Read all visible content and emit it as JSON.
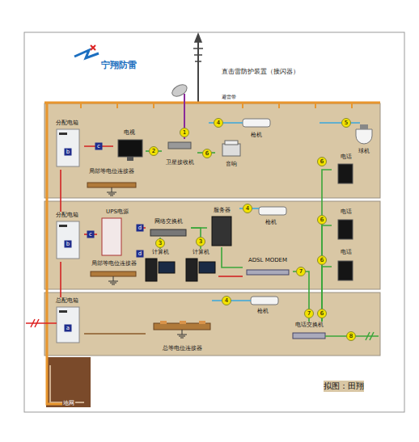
{
  "diagram": {
    "nodes": [
      {
        "text": [
          "分配电箱"
        ]
      },
      {
        "text": [
          "电视"
        ]
      },
      {
        "text": [
          "局部等电位连接器"
        ]
      },
      {
        "text": [
          "卫星接收机"
        ]
      },
      {
        "text": [
          "音响"
        ]
      },
      {
        "text": [
          "枪机"
        ]
      },
      {
        "text": [
          "球机"
        ]
      },
      {
        "text": [
          "电话"
        ]
      },
      {
        "text": [
          "UPS电源"
        ]
      },
      {
        "text": [
          "分配电箱"
        ]
      },
      {
        "text": [
          "网络交换机"
        ]
      },
      {
        "text": [
          "服务器"
        ]
      },
      {
        "text": [
          "计算机"
        ]
      },
      {
        "text": [
          "计算机"
        ]
      },
      {
        "text": [
          "局部等电位连接器"
        ]
      },
      {
        "text": [
          "ADSL MODEM"
        ]
      },
      {
        "text": [
          "枪机"
        ]
      },
      {
        "text": [
          "电话"
        ]
      },
      {
        "text": [
          "电话"
        ]
      },
      {
        "text": [
          "总配电箱"
        ]
      },
      {
        "text": [
          "总等电位连接器"
        ]
      },
      {
        "text": [
          "枪机"
        ]
      },
      {
        "text": [
          "电话交换机"
        ]
      },
      {
        "text": [
          "地网"
        ]
      }
    ],
    "edges": [
      {
        "from": 0,
        "to": 1,
        "arrow": "none"
      },
      {
        "from": 1,
        "to": 3,
        "arrow": "none"
      },
      {
        "from": 3,
        "to": 4,
        "arrow": "none"
      },
      {
        "from": 19,
        "to": 9,
        "arrow": "none"
      },
      {
        "from": 9,
        "to": 0,
        "arrow": "none"
      },
      {
        "from": 9,
        "to": 8,
        "arrow": "none"
      },
      {
        "from": 8,
        "to": 10,
        "arrow": "none"
      },
      {
        "from": 8,
        "to": 12,
        "arrow": "none"
      },
      {
        "from": 10,
        "to": 12,
        "arrow": "none"
      },
      {
        "from": 10,
        "to": 13,
        "arrow": "none"
      },
      {
        "from": 10,
        "to": 11,
        "arrow": "none"
      },
      {
        "from": 11,
        "to": 15,
        "arrow": "none"
      },
      {
        "from": 13,
        "to": 15,
        "arrow": "none"
      },
      {
        "from": 15,
        "to": 22,
        "arrow": "none"
      },
      {
        "from": 22,
        "to": 7,
        "arrow": "none"
      },
      {
        "from": 22,
        "to": 17,
        "arrow": "none"
      },
      {
        "from": 22,
        "to": 18,
        "arrow": "none"
      },
      {
        "from": 19,
        "to": 20,
        "arrow": "none"
      }
    ],
    "labels": [
      "宁翔防雷",
      "直击雷防护装置（接闪器）",
      "避雷带",
      "1",
      "2",
      "6",
      "4",
      "5",
      "c",
      "b",
      "6",
      "4",
      "c",
      "b",
      "d",
      "d",
      "3",
      "3",
      "6",
      "6",
      "7",
      "4",
      "a",
      "7",
      "6",
      "8",
      "拟图：田翔"
    ]
  }
}
